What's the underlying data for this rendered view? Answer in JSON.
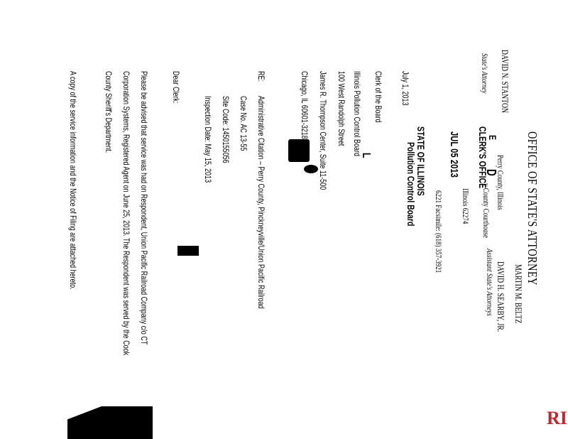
{
  "letterhead": {
    "office": "OFFICE OF STATE'S ATTORNEY",
    "county": "Perry County, Illinois",
    "courthouse": "y County Courthouse",
    "city": "Illinois 62274",
    "phone": "6221 Facsimile: (618) 357-3921",
    "left_name": "DAVID N. STANTON",
    "left_title": "State's Attorney",
    "right_name1": "MARTIN M. BELTZ",
    "right_name2": "DAVID H. SEARBY, JR.",
    "right_title": "Assistant State's Attorneys"
  },
  "stamp": {
    "clerk": "CLERK'S OFFICE",
    "date": "JUL 05 2013",
    "state": "STATE OF ILLINOIS",
    "board": "Pollution Control Board",
    "mark_e": "E",
    "mark_d": "D",
    "mark_l": "L"
  },
  "letter": {
    "date": "July 1, 2013",
    "address": [
      "Clerk of the Board",
      "Illinois Pollution Control Board",
      "100 West Randolph Street",
      "James R. Thompson Center, Suite 11-500",
      "Chicago, IL 60601-3218"
    ],
    "re_label": "RE:",
    "re_lines": [
      "Administrative Citation – Perry County, Pinckneyville/Union Pacific Railroad",
      "Case No. AC 13-55",
      "Site Code: 1450155056",
      "Inspection Date: May 15, 2013"
    ],
    "salutation": "Dear Clerk:",
    "body": [
      "Please be advised that service was had on Respondent, Union Pacific Railroad Company c/o CT",
      "Corporation Systems, Registered Agent on June 25, 2013. The Respondent was served by the Cook",
      "County Sheriff's Department."
    ],
    "closing": "A copy of the service information and the Notice of Filing are attached hereto."
  },
  "edge_stamp": "RIC",
  "colors": {
    "ink": "#000000",
    "red_stamp": "#c0272d"
  }
}
